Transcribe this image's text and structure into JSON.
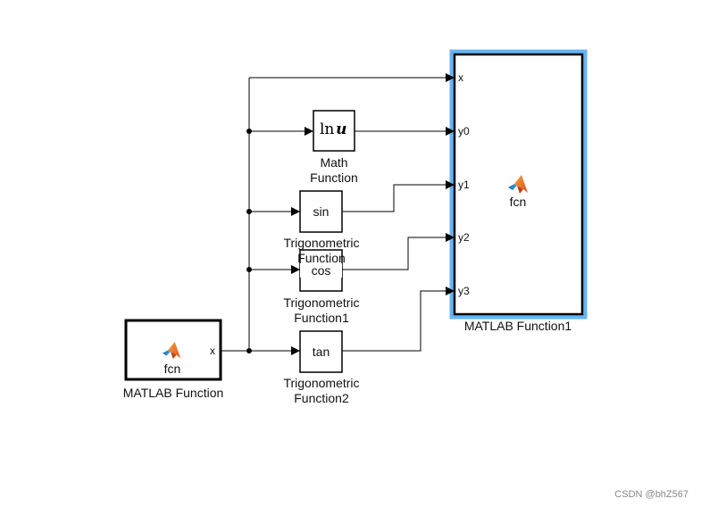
{
  "blocks": {
    "matlab_fcn_src": {
      "label": "MATLAB Function",
      "inner": "fcn",
      "out_port": "x"
    },
    "math_function": {
      "label_line1": "Math",
      "label_line2": "Function",
      "symbol_ln": "ln",
      "symbol_u": "u"
    },
    "sin": {
      "text": "sin",
      "label_line1": "Trigonometric",
      "label_line2": "Function"
    },
    "cos": {
      "text": "cos",
      "label_line1": "Trigonometric",
      "label_line2": "Function1"
    },
    "tan": {
      "text": "tan",
      "label_line1": "Trigonometric",
      "label_line2": "Function2"
    },
    "matlab_fcn_dst": {
      "label": "MATLAB Function1",
      "inner": "fcn",
      "in_ports": [
        "x",
        "y0",
        "y1",
        "y2",
        "y3"
      ]
    }
  },
  "colors": {
    "selection_glow": "#64b5f6",
    "line": "#000000"
  },
  "watermark": "CSDN @bhZ567"
}
